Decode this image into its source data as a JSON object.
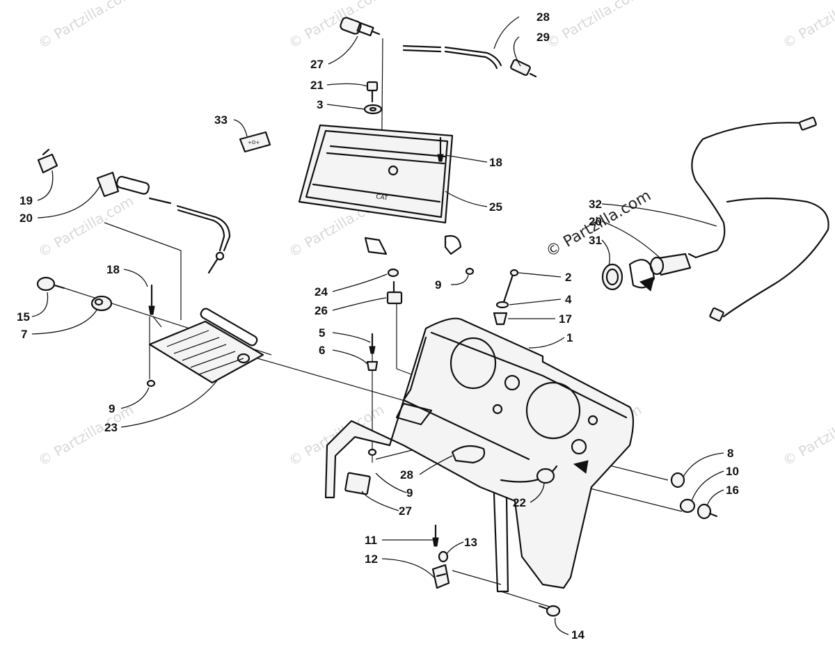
{
  "diagram": {
    "watermark": "© Partzilla.com",
    "callouts": [
      {
        "id": "c28-top",
        "text": "28"
      },
      {
        "id": "c29",
        "text": "29"
      },
      {
        "id": "c27-top",
        "text": "27"
      },
      {
        "id": "c21",
        "text": "21"
      },
      {
        "id": "c3",
        "text": "3"
      },
      {
        "id": "c33",
        "text": "33"
      },
      {
        "id": "c18-mid",
        "text": "18"
      },
      {
        "id": "c25",
        "text": "25"
      },
      {
        "id": "c19",
        "text": "19"
      },
      {
        "id": "c20-left",
        "text": "20"
      },
      {
        "id": "c32",
        "text": "32"
      },
      {
        "id": "c20-right",
        "text": "20"
      },
      {
        "id": "c31",
        "text": "31"
      },
      {
        "id": "c18-left",
        "text": "18"
      },
      {
        "id": "c15",
        "text": "15"
      },
      {
        "id": "c7",
        "text": "7"
      },
      {
        "id": "c9-mid",
        "text": "9"
      },
      {
        "id": "c24",
        "text": "24"
      },
      {
        "id": "c26",
        "text": "26"
      },
      {
        "id": "c2",
        "text": "2"
      },
      {
        "id": "c4",
        "text": "4"
      },
      {
        "id": "c17",
        "text": "17"
      },
      {
        "id": "c1",
        "text": "1"
      },
      {
        "id": "c5",
        "text": "5"
      },
      {
        "id": "c6",
        "text": "6"
      },
      {
        "id": "c9-left",
        "text": "9"
      },
      {
        "id": "c23",
        "text": "23"
      },
      {
        "id": "c28-bottom",
        "text": "28"
      },
      {
        "id": "c9-bottom",
        "text": "9"
      },
      {
        "id": "c27-bottom",
        "text": "27"
      },
      {
        "id": "c22",
        "text": "22"
      },
      {
        "id": "c8",
        "text": "8"
      },
      {
        "id": "c10",
        "text": "10"
      },
      {
        "id": "c16",
        "text": "16"
      },
      {
        "id": "c11",
        "text": "11"
      },
      {
        "id": "c13",
        "text": "13"
      },
      {
        "id": "c12",
        "text": "12"
      },
      {
        "id": "c14",
        "text": "14"
      }
    ]
  }
}
